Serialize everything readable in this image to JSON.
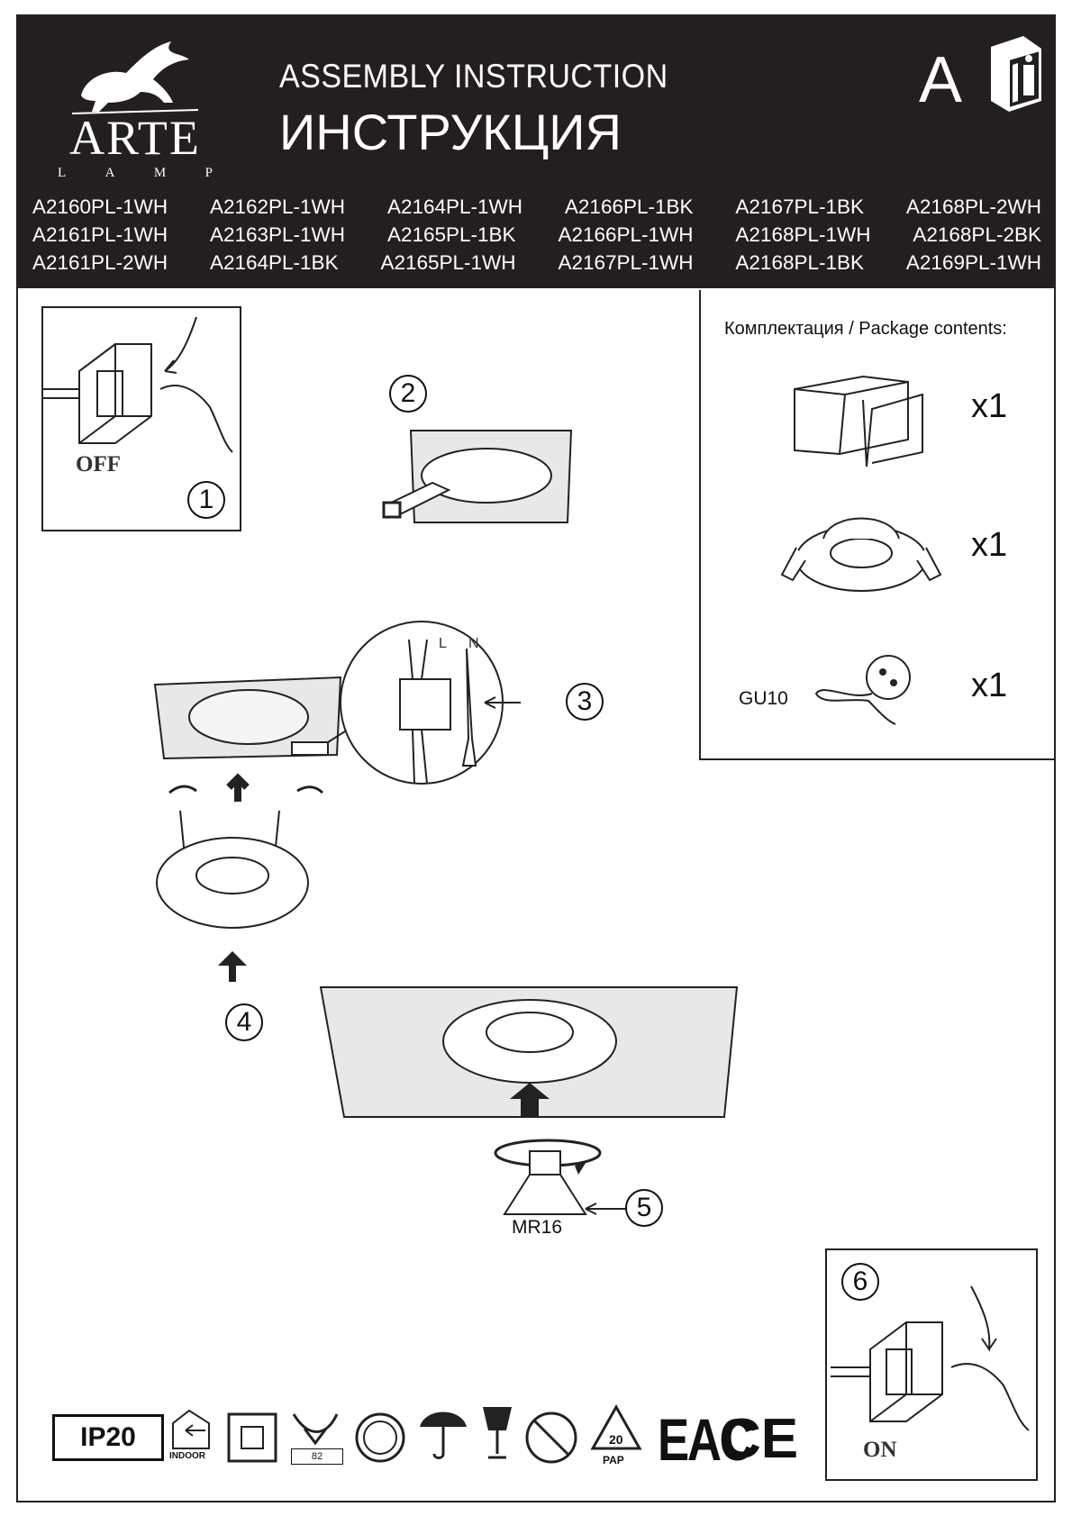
{
  "header": {
    "brand": {
      "name": "ARTE",
      "sub": [
        "L",
        "A",
        "M",
        "P"
      ]
    },
    "title_en": "ASSEMBLY  INSTRUCTION",
    "title_ru": "ИНСТРУКЦИЯ",
    "letter": "A",
    "info_icon": "manual-info-icon",
    "models": [
      [
        "A2160PL-1WH",
        "A2162PL-1WH",
        "A2164PL-1WH",
        "A2166PL-1BK",
        "A2167PL-1BK",
        "A2168PL-2WH"
      ],
      [
        "A2161PL-1WH",
        "A2163PL-1WH",
        "A2165PL-1BK",
        "A2166PL-1WH",
        "A2168PL-1WH",
        "A2168PL-2BK"
      ],
      [
        "A2161PL-2WH",
        "A2164PL-1BK",
        "A2165PL-1WH",
        "A2167PL-1WH",
        "A2168PL-1BK",
        "A2169PL-1WH"
      ]
    ]
  },
  "package": {
    "title": "Комплектация / Package contents:",
    "items": [
      {
        "icon": "box-icon",
        "qty": "x1"
      },
      {
        "icon": "downlight-icon",
        "qty": "x1"
      },
      {
        "icon": "gu10-socket-icon",
        "label": "GU10",
        "qty": "x1"
      }
    ]
  },
  "steps": [
    {
      "number": "1",
      "caption": "OFF"
    },
    {
      "number": "2"
    },
    {
      "number": "3",
      "wire_labels": [
        "L",
        "N"
      ]
    },
    {
      "number": "4"
    },
    {
      "number": "5",
      "lamp": "MR16"
    },
    {
      "number": "6",
      "caption": "ON"
    }
  ],
  "footer": {
    "ip": "IP20",
    "indoor": "INDOOR",
    "code": "82",
    "recycle_number": "20",
    "recycle_label": "PAP",
    "eac": "EAC",
    "ce": "CE",
    "icons": [
      "indoor-icon",
      "class-ii-icon",
      "cert-82-icon",
      "kt-mark-icon",
      "keep-dry-icon",
      "fragile-icon",
      "no-food-icon",
      "recycle-icon",
      "eac-mark-icon",
      "ce-mark-icon"
    ]
  }
}
